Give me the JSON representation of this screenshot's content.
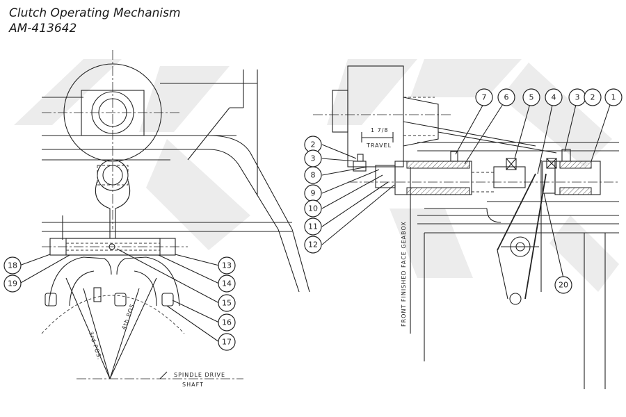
{
  "title": {
    "line1": "Clutch Operating Mechanism",
    "line2": "AM-413642"
  },
  "annotations": {
    "travel_fraction": "1 7/8",
    "travel_label": "TRAVEL",
    "spindle_drive_line1": "SPINDLE DRIVE",
    "spindle_drive_line2": "SHAFT",
    "front_face": "FRONT FINISHED FACE GEABOX",
    "pos_left": "3rd POS.",
    "pos_right": "4th POS."
  },
  "callouts": [
    "1",
    "2",
    "3",
    "4",
    "5",
    "6",
    "7",
    "8",
    "9",
    "10",
    "11",
    "12",
    "13",
    "14",
    "15",
    "16",
    "17",
    "18",
    "19",
    "20"
  ],
  "right_view_left_callouts": [
    "2",
    "3",
    "8",
    "9",
    "10",
    "11",
    "12"
  ]
}
